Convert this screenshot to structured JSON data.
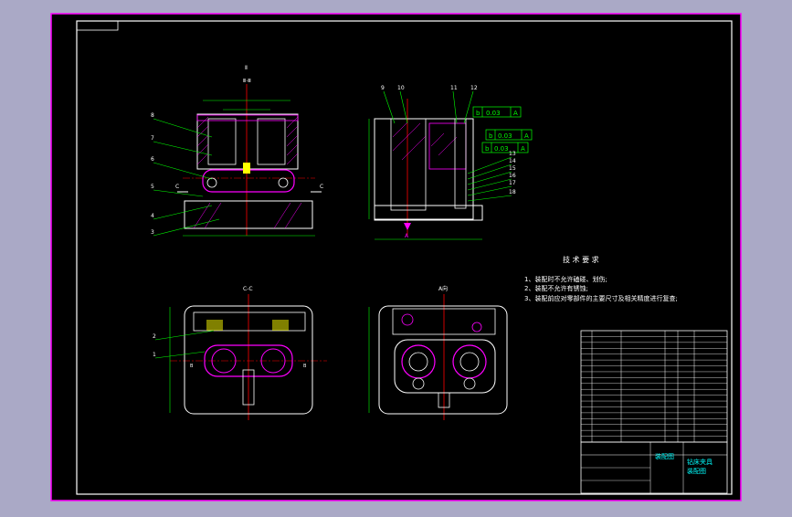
{
  "colors": {
    "workspace_bg": "#aaa9c6",
    "paper": "#000000",
    "frame": "#ffffff",
    "part": "#ffffff",
    "magenta": "#ff00ff",
    "cyan": "#00ffff",
    "green": "#00ff00",
    "red": "#ff0000",
    "yellow": "#ffff00"
  },
  "views": {
    "front": {
      "title": "Ⅱ",
      "subtitle": "Ⅲ-Ⅲ"
    },
    "side": {
      "tol_1": "0.03",
      "tol_2": "0.03",
      "tol_3": "0.03",
      "datum_a": "A",
      "tol_sym": "b"
    },
    "section_cc": {
      "title": "C-C"
    },
    "top": {
      "title": "A向"
    }
  },
  "balloons": {
    "front": [
      "8",
      "7",
      "6",
      "5",
      "4",
      "3"
    ],
    "side": [
      "9",
      "10",
      "11",
      "12",
      "13",
      "14",
      "15",
      "16",
      "17",
      "18"
    ],
    "section": [
      "2",
      "1"
    ]
  },
  "tech_requirements": {
    "heading": "技 术 要 求",
    "items": [
      "1、装配时不允许磕碰、划伤;",
      "2、装配不允许有锈蚀;",
      "3、装配前应对零部件的主要尺寸及相关精度进行复查;"
    ]
  },
  "title_block": {
    "drawing_name": "装配图",
    "project_name": "钻床夹具",
    "sheet_label": "装配图",
    "parts_count_rows": 18
  }
}
